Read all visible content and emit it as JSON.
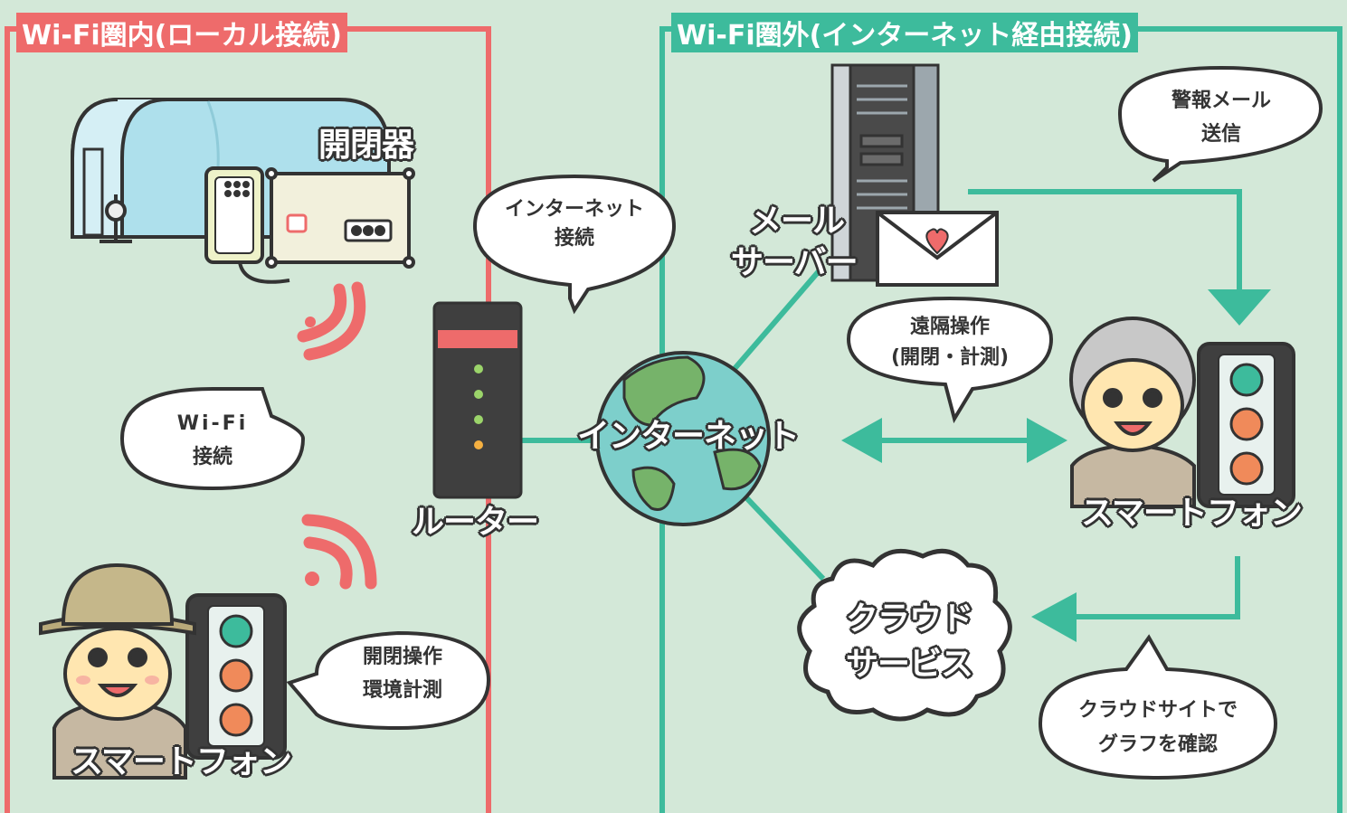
{
  "zones": {
    "local": {
      "title": "Wi-Fi圏内(ローカル接続)",
      "color": "#ee6b6b"
    },
    "remote": {
      "title": "Wi-Fi圏外(インターネット経由接続)",
      "color": "#3dbb9c"
    }
  },
  "labels": {
    "opener": "開閉器",
    "router": "ルーター",
    "internet": "インターネット",
    "mail_server_1": "メール",
    "mail_server_2": "サーバー",
    "smartphone_local": "スマートフォン",
    "smartphone_remote": "スマートフォン",
    "cloud_1": "クラウド",
    "cloud_2": "サービス"
  },
  "bubbles": {
    "internet_conn_1": "インターネット",
    "internet_conn_2": "接続",
    "wifi_conn_1": "Wi-Fi",
    "wifi_conn_2": "接続",
    "local_op_1": "開閉操作",
    "local_op_2": "環境計測",
    "alert_1": "警報メール",
    "alert_2": "送信",
    "remote_op_1": "遠隔操作",
    "remote_op_2": "(開閉・計測)",
    "cloud_site_1": "クラウドサイトで",
    "cloud_site_2": "グラフを確認"
  },
  "colors": {
    "background": "#d3e8d8",
    "accent_red": "#ee6b6b",
    "accent_green": "#3dbb9c",
    "outline": "#333333"
  }
}
